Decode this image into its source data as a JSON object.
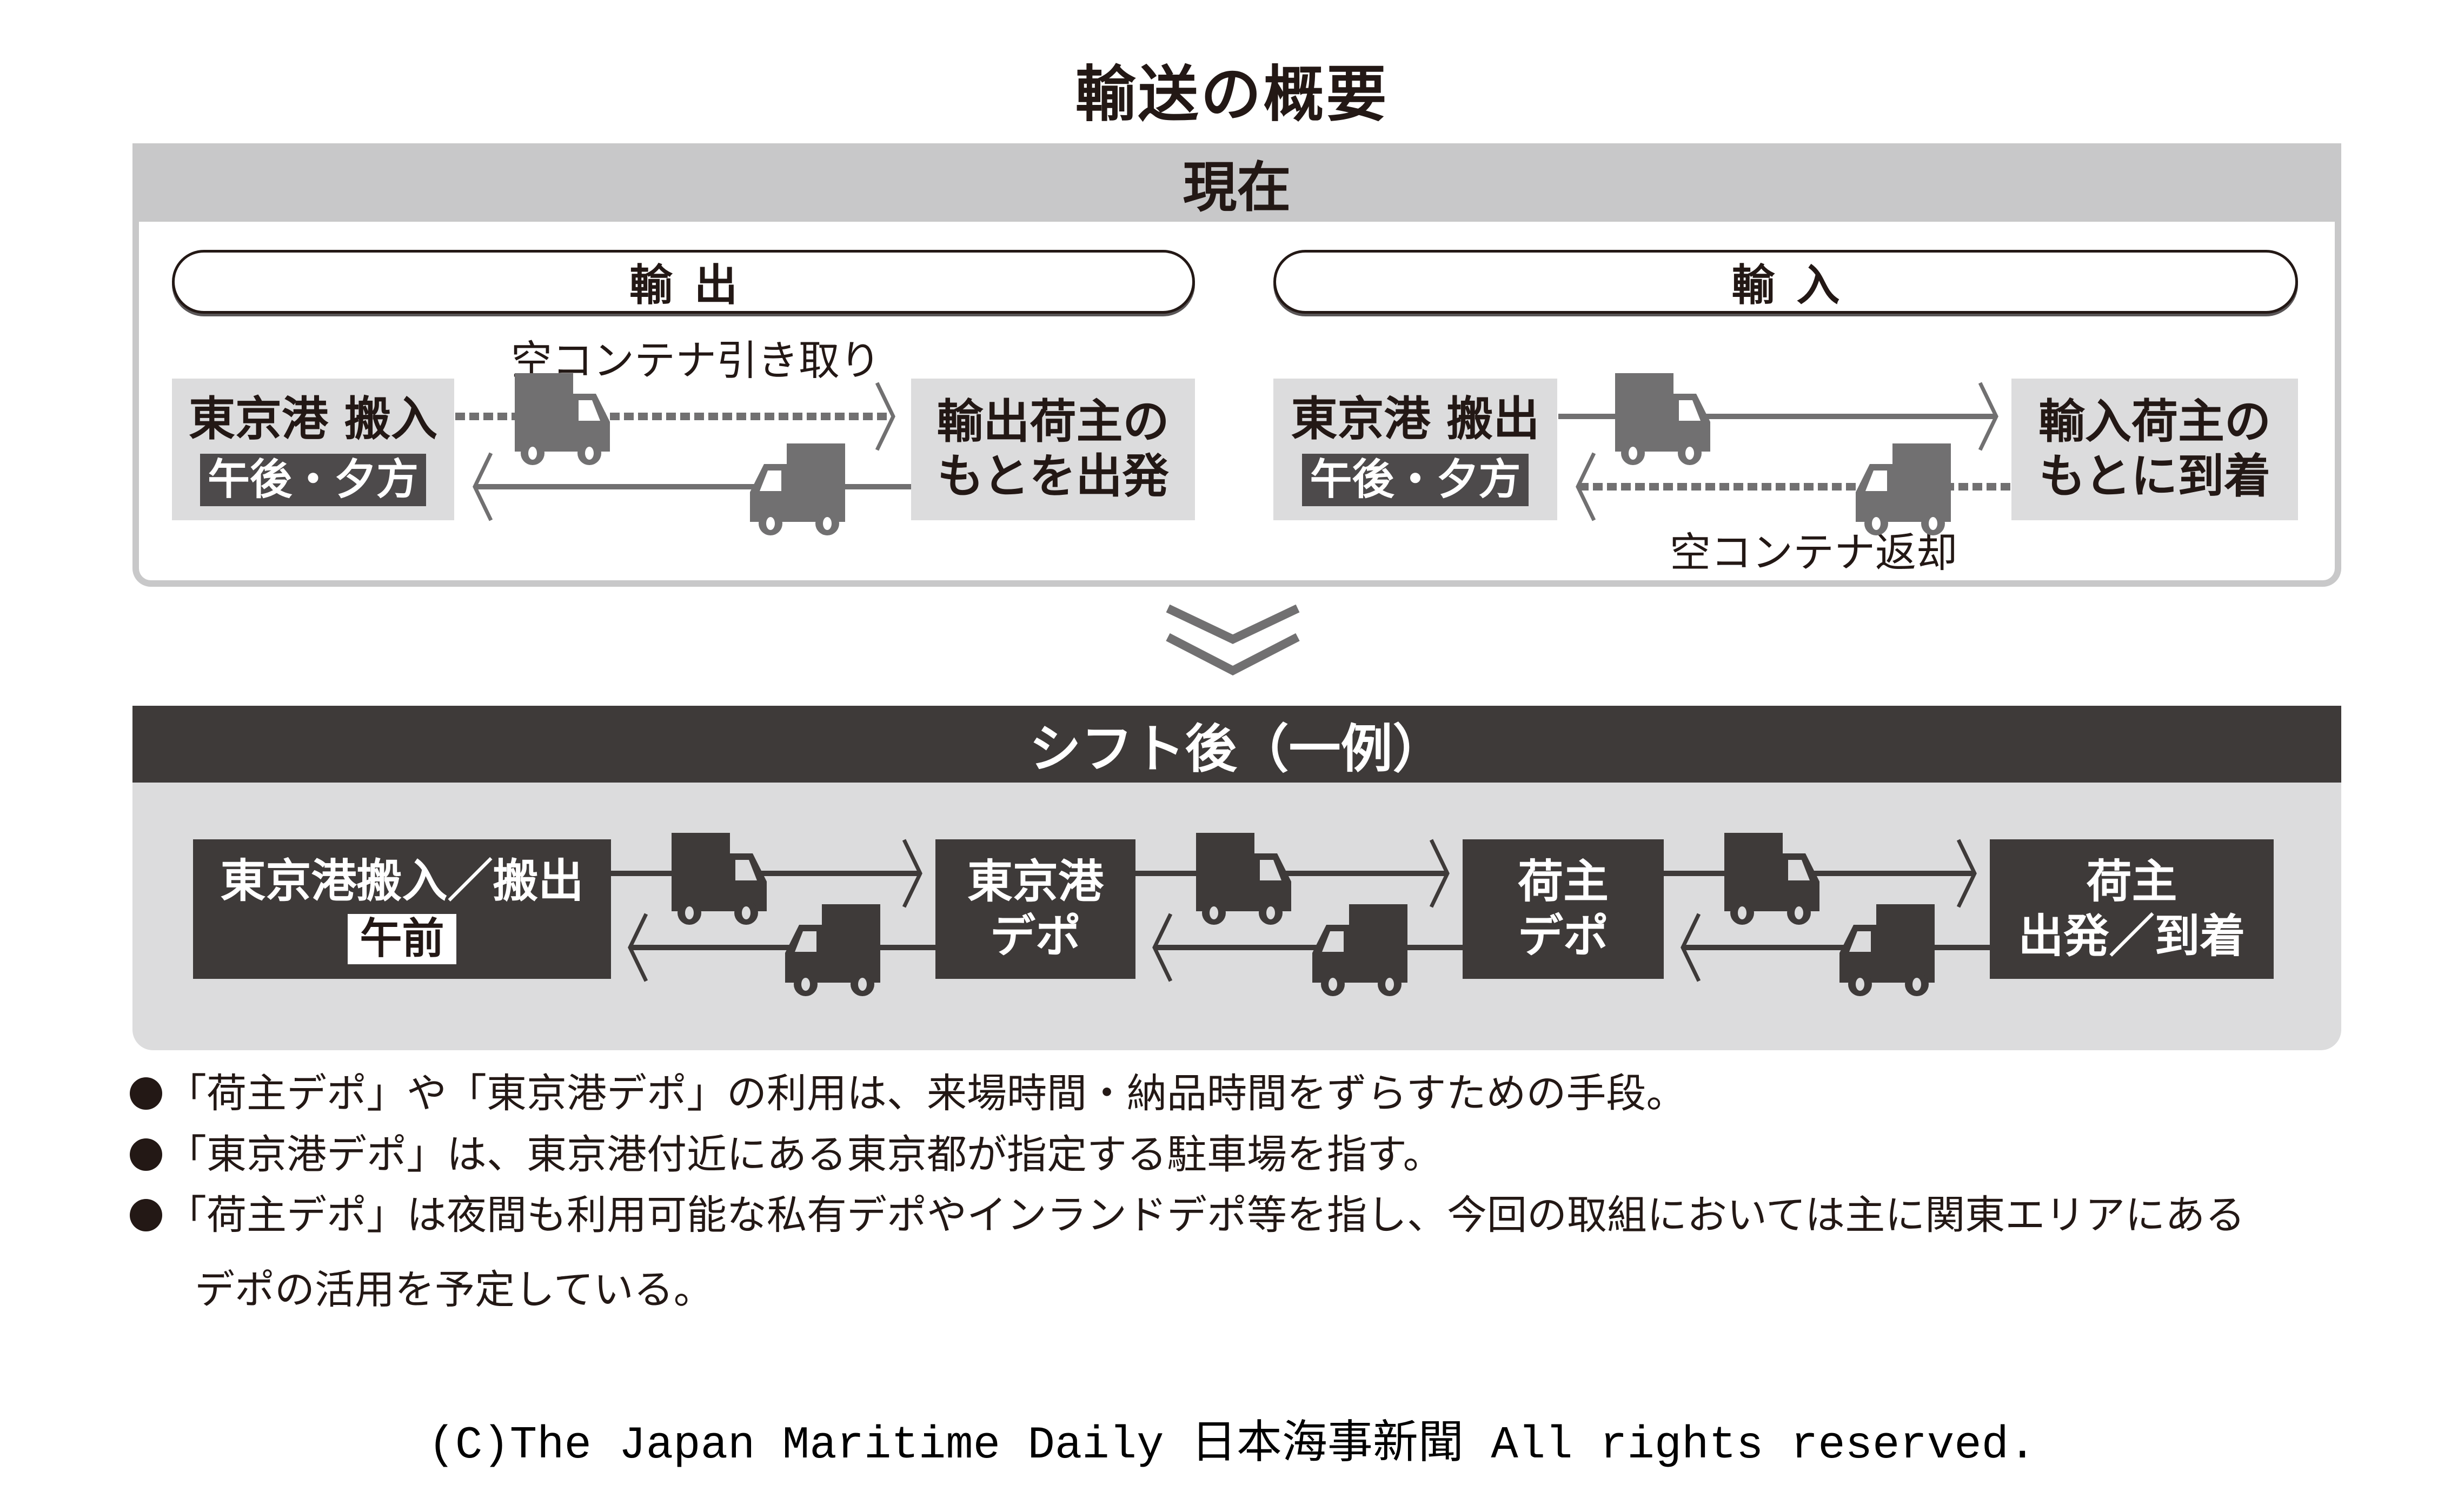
{
  "title": "輸送の概要",
  "current": {
    "header": "現在",
    "export": {
      "pill_label": "輸出",
      "port_box": {
        "main": "東京港 搬入",
        "tag": "午後・夕方"
      },
      "shipper_box": {
        "line1": "輸出荷主の",
        "line2": "もとを出発"
      },
      "top_label": "空コンテナ引き取り",
      "top_flow": {
        "direction": "right",
        "style": "dashed"
      },
      "bottom_flow": {
        "direction": "left",
        "style": "solid"
      }
    },
    "import": {
      "pill_label": "輸入",
      "port_box": {
        "main": "東京港 搬出",
        "tag": "午後・夕方"
      },
      "shipper_box": {
        "line1": "輸入荷主の",
        "line2": "もとに到着"
      },
      "bottom_label": "空コンテナ返却",
      "top_flow": {
        "direction": "right",
        "style": "solid"
      },
      "bottom_flow": {
        "direction": "left",
        "style": "dashed"
      }
    }
  },
  "transition_icon": "double-chevron-down-icon",
  "shift": {
    "header": "シフト後（一例）",
    "nodes": [
      {
        "line1": "東京港搬入／搬出",
        "tag": "午前"
      },
      {
        "line1": "東京港",
        "line2": "デポ"
      },
      {
        "line1": "荷主",
        "line2": "デポ"
      },
      {
        "line1": "荷主",
        "line2": "出発／到着"
      }
    ],
    "flows": [
      {
        "from": 0,
        "to": 1,
        "style": "solid"
      },
      {
        "from": 1,
        "to": 2,
        "style": "solid"
      },
      {
        "from": 2,
        "to": 3,
        "style": "solid"
      }
    ]
  },
  "notes": [
    "「荷主デポ」や「東京港デポ」の利用は、来場時間・納品時間をずらすための手段。",
    "「東京港デポ」は、東京港付近にある東京都が指定する駐車場を指す。",
    "「荷主デポ」は夜間も利用可能な私有デポやインランドデポ等を指し、今回の取組においては主に関東エリアにある"
  ],
  "notes_continuation": "デポの活用を予定している。",
  "footer": "(C)The Japan Maritime Daily 日本海事新聞 All rights reserved.",
  "colors": {
    "current_header": "#c8c8c9",
    "box_light": "#dcdcdd",
    "box_dark": "#3e3a39",
    "truck_gray": "#717071",
    "text": "#231815"
  }
}
